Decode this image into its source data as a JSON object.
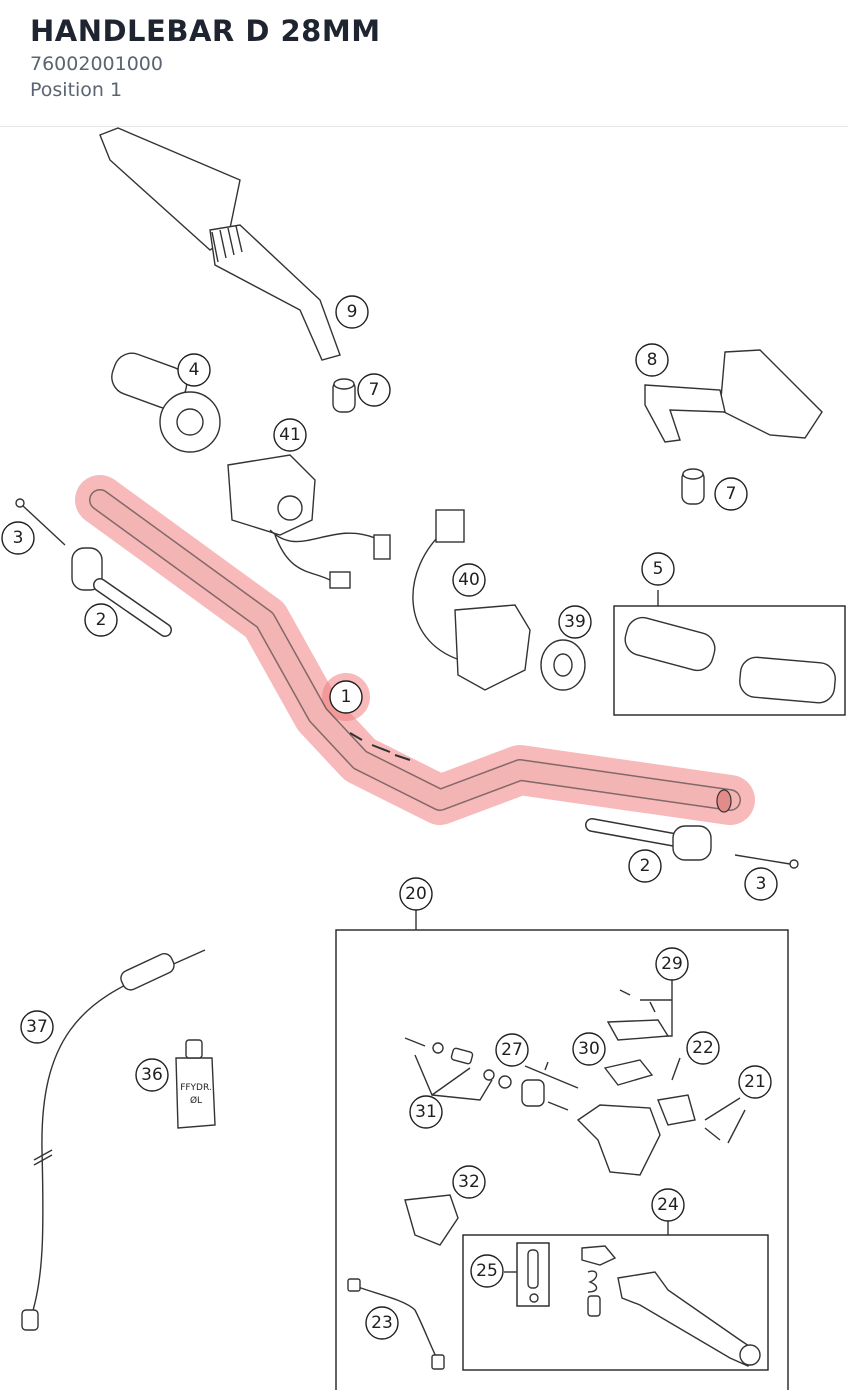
{
  "header": {
    "title": "HANDLEBAR D 28MM",
    "part_number": "76002001000",
    "position": "Position 1"
  },
  "colors": {
    "highlight": "#f08080",
    "title": "#1f2530",
    "subtitle": "#5b6472"
  },
  "callouts": {
    "c1": "1",
    "c2a": "2",
    "c2b": "2",
    "c3a": "3",
    "c3b": "3",
    "c4": "4",
    "c5": "5",
    "c7a": "7",
    "c7b": "7",
    "c8": "8",
    "c9": "9",
    "c20": "20",
    "c21": "21",
    "c22": "22",
    "c23": "23",
    "c24": "24",
    "c25": "25",
    "c27": "27",
    "c29": "29",
    "c30": "30",
    "c31": "31",
    "c32": "32",
    "c36": "36",
    "c37": "37",
    "c39": "39",
    "c40": "40",
    "c41": "41"
  },
  "labels": {
    "bottle_line1": "FFYDR.",
    "bottle_line2": "ØL"
  }
}
